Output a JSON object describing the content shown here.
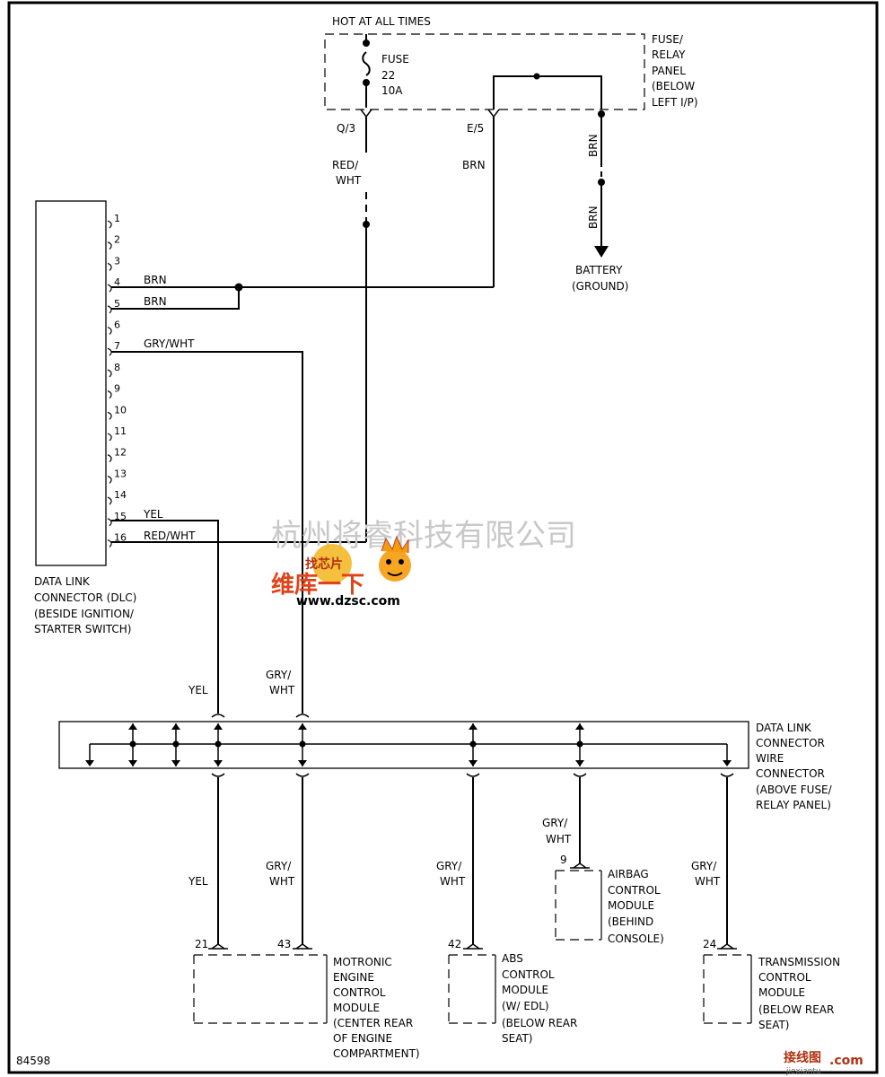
{
  "diagram_id": "84598",
  "power": {
    "label": "HOT AT ALL TIMES",
    "fuse": [
      "FUSE",
      "22",
      "10A"
    ],
    "terminal_q": "Q/3",
    "terminal_e": "E/5"
  },
  "fuse_panel": {
    "lines": [
      "FUSE/",
      "RELAY",
      "PANEL",
      "(BELOW",
      "LEFT I/P)"
    ]
  },
  "wires": {
    "red_wht": [
      "RED/",
      "WHT"
    ],
    "brn": "BRN",
    "gry_wht": [
      "GRY/",
      "WHT"
    ],
    "yel": "YEL"
  },
  "battery": {
    "lines": [
      "BATTERY",
      "(GROUND)"
    ]
  },
  "dlc": {
    "pins": [
      "1",
      "2",
      "3",
      "4",
      "5",
      "6",
      "7",
      "8",
      "9",
      "10",
      "11",
      "12",
      "13",
      "14",
      "15",
      "16"
    ],
    "pin_wires": {
      "4": "BRN",
      "5": "BRN",
      "7": "GRY/WHT",
      "15": "YEL",
      "16": "RED/WHT"
    },
    "lines": [
      "DATA LINK",
      "CONNECTOR (DLC)",
      "(BESIDE IGNITION/",
      "STARTER SWITCH)"
    ]
  },
  "dlc_wire_connector": {
    "lines": [
      "DATA LINK",
      "CONNECTOR",
      "WIRE",
      "CONNECTOR",
      "(ABOVE FUSE/",
      "RELAY PANEL)"
    ]
  },
  "modules": {
    "motronic": {
      "pins": [
        "21",
        "43"
      ],
      "lines": [
        "MOTRONIC",
        "ENGINE",
        "CONTROL",
        "MODULE",
        "(CENTER REAR",
        "OF ENGINE",
        "COMPARTMENT)"
      ]
    },
    "abs": {
      "pin": "42",
      "lines": [
        "ABS",
        "CONTROL",
        "MODULE",
        "(W/ EDL)",
        "(BELOW REAR",
        "SEAT)"
      ]
    },
    "airbag": {
      "pin": "9",
      "lines": [
        "AIRBAG",
        "CONTROL",
        "MODULE",
        "(BEHIND",
        "CONSOLE)"
      ]
    },
    "transmission": {
      "pin": "24",
      "lines": [
        "TRANSMISSION",
        "CONTROL",
        "MODULE",
        "(BELOW REAR",
        "SEAT)"
      ]
    }
  },
  "watermark": {
    "company": "杭州将睿科技有限公司",
    "brand": "维库一下",
    "badge": "找芯片",
    "url": "www.dzsc.com",
    "corner_logo": "接线图",
    "corner_com": ".com",
    "corner_url": "jiexiantu"
  }
}
